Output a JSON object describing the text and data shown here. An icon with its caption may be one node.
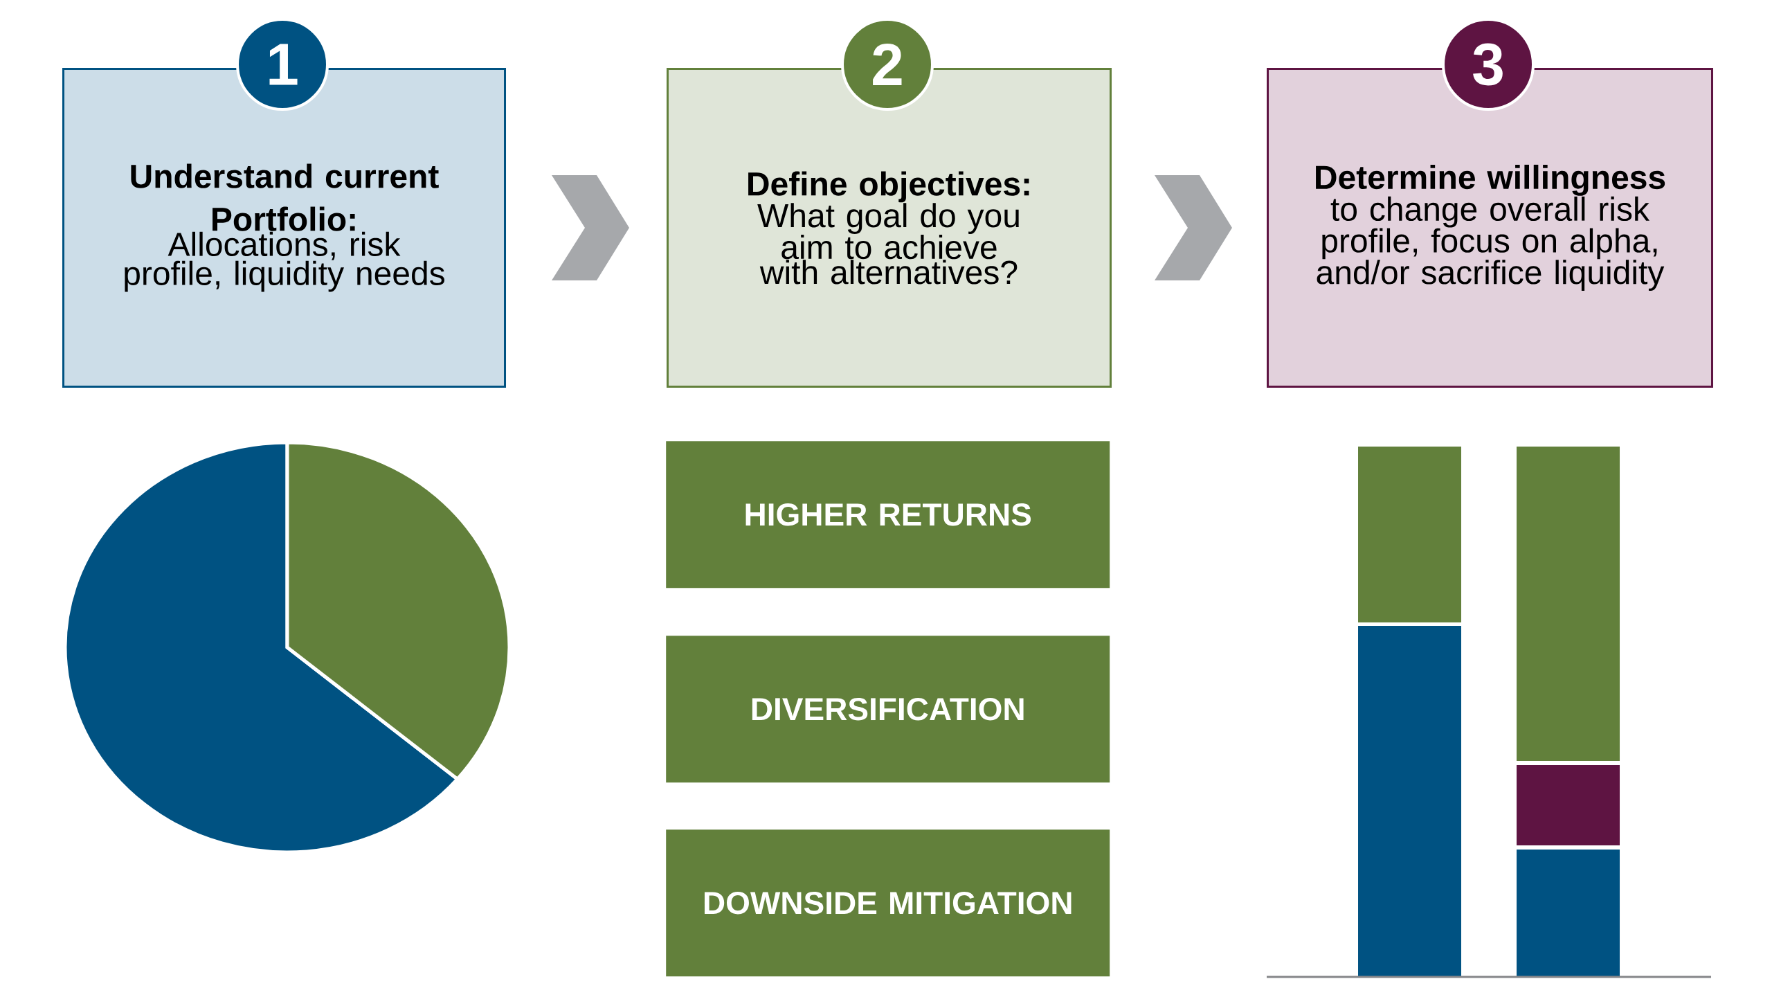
{
  "diagram": {
    "nodes": [
      {
        "text": [
          "Understand current Portfolio:",
          "Allocations, risk profile, liquidity needs"
        ]
      },
      {
        "text": [
          "1"
        ]
      },
      {
        "text": [
          "Define objectives:",
          "What goal do you aim to achieve with alternatives?"
        ]
      },
      {
        "text": [
          "2"
        ]
      },
      {
        "text": [
          "Determine willingness",
          "to change overall risk profile, focus on alpha, and/or sacrifice liquidity"
        ]
      },
      {
        "text": [
          "3"
        ]
      },
      {
        "text": [
          "HIGHER RETURNS"
        ]
      },
      {
        "text": [
          "DIVERSIFICATION"
        ]
      },
      {
        "text": [
          "DOWNSIDE MITIGATION"
        ]
      }
    ],
    "edges": [
      {
        "from": 0,
        "to": 2,
        "arrow": "to"
      },
      {
        "from": 2,
        "to": 4,
        "arrow": "to"
      }
    ]
  }
}
